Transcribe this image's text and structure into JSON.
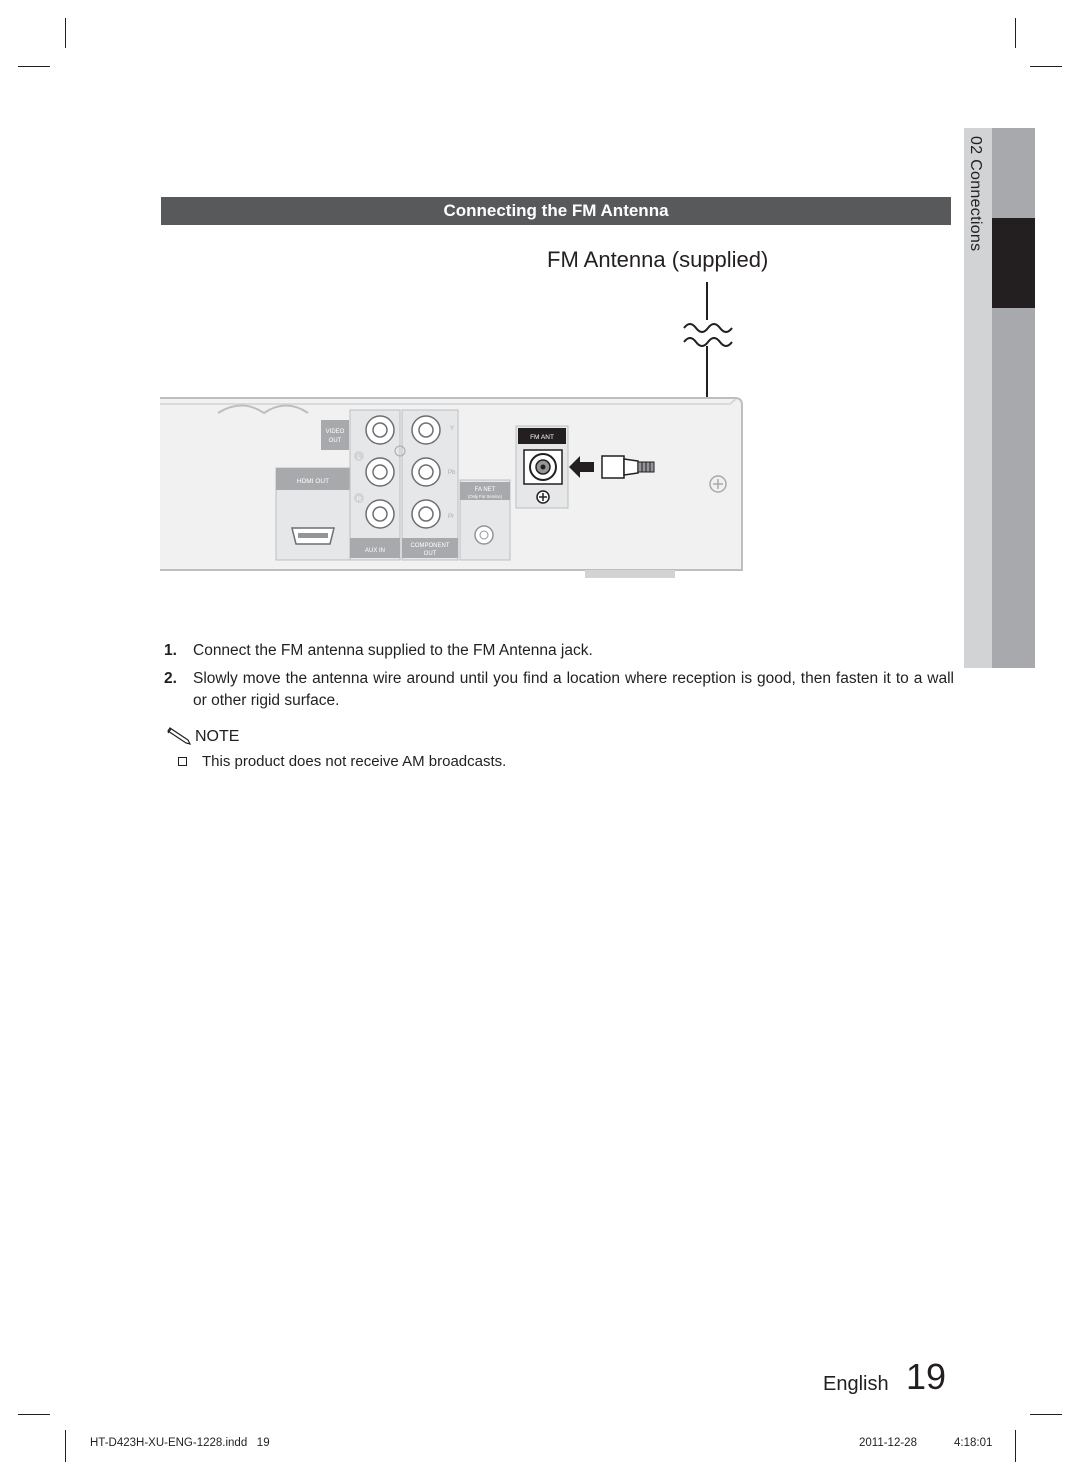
{
  "section": {
    "title": "Connecting the FM Antenna"
  },
  "side_tab": {
    "label": "02  Connections"
  },
  "diagram": {
    "title": "FM Antenna (supplied)",
    "labels": {
      "video_out_1": "VIDEO",
      "video_out_2": "OUT",
      "hdmi_out": "HDMI OUT",
      "aux_in": "AUX IN",
      "component_1": "COMPONENT",
      "component_2": "OUT",
      "fm_ant": "FM ANT",
      "fa_net": "FA NET",
      "fa_net_sub": "(Only For Service)",
      "l": "L",
      "r": "R",
      "y": "Y",
      "pb": "Pb",
      "pr": "Pr"
    }
  },
  "steps": [
    {
      "num": "1.",
      "text": "Connect the FM antenna supplied to the FM Antenna jack."
    },
    {
      "num": "2.",
      "text": "Slowly move the antenna wire around until you find a location where reception is good, then fasten it to a wall or other rigid surface."
    }
  ],
  "note": {
    "heading": "NOTE",
    "icon": "pencil-icon",
    "items": [
      "This product does not receive AM broadcasts."
    ]
  },
  "footer": {
    "language": "English",
    "page": "19",
    "slug_file": "HT-D423H-XU-ENG-1228.indd   19",
    "slug_date": "2011-12-28",
    "slug_time": "4:18:01"
  },
  "colors": {
    "section_bar": "#58595b",
    "side_light": "#d1d3d4",
    "side_dark": "#a7a9ac",
    "ink": "#231f20"
  }
}
